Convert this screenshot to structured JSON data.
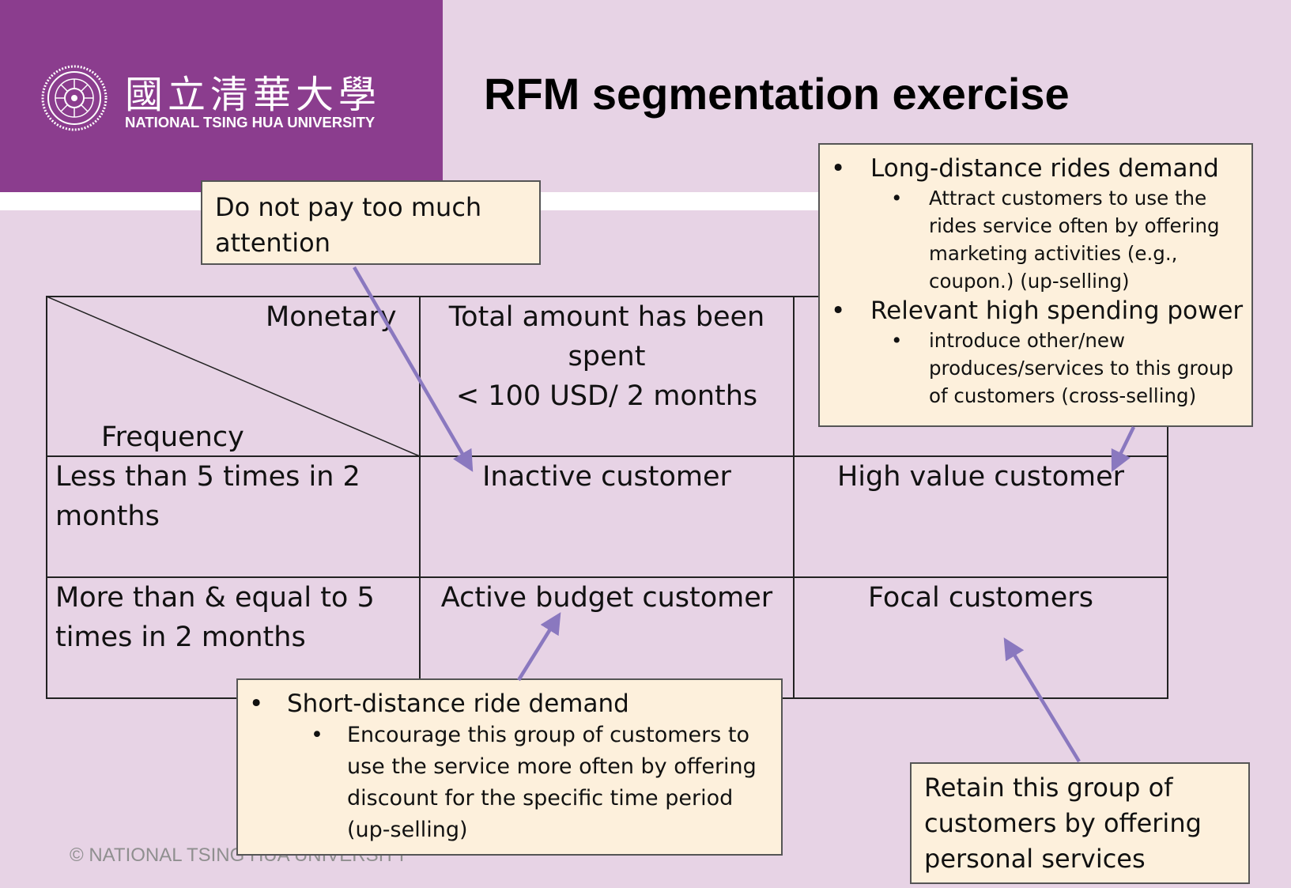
{
  "header": {
    "university_cn": "國立清華大學",
    "university_en": "NATIONAL TSING HUA UNIVERSITY",
    "title": "RFM segmentation exercise"
  },
  "table": {
    "corner_top": "Monetary",
    "corner_bottom": "Frequency",
    "col_header_1": [
      "Total amount has been",
      "spent",
      "< 100 USD/ 2 months"
    ],
    "row_1_label": [
      "Less than 5 times in 2",
      "months"
    ],
    "row_2_label": [
      "More than & equal to 5",
      "times in 2 months"
    ],
    "cells": {
      "r1c1": "Inactive customer",
      "r1c2": "High value customer",
      "r2c1": "Active budget customer",
      "r2c2": "Focal customers"
    }
  },
  "notes": {
    "do_not_pay": [
      "Do not pay too much",
      "attention"
    ],
    "long_distance": {
      "bullet_1": "Long-distance rides demand",
      "sub_1": [
        "Attract customers to use the",
        "rides service often by offering",
        "marketing activities (e.g.,",
        "coupon.) (up-selling)"
      ],
      "bullet_2": "Relevant high spending power",
      "sub_2": [
        "introduce other/new",
        "produces/services to this group",
        "of customers (cross-selling)"
      ]
    },
    "short_distance": {
      "bullet_1": "Short-distance ride demand",
      "sub_1": [
        "Encourage this group of customers to",
        "use the service more often by offering",
        "discount for the specific time period",
        "(up-selling)"
      ]
    },
    "retain": [
      "Retain this group of",
      "customers by offering",
      "personal services"
    ]
  },
  "footer": "© NATIONAL TSING HUA UNIVERSITY",
  "colors": {
    "background": "#e7d3e5",
    "header_band": "#8b3d8e",
    "note_fill": "#fdf0dc",
    "arrow": "#8a78bf"
  }
}
